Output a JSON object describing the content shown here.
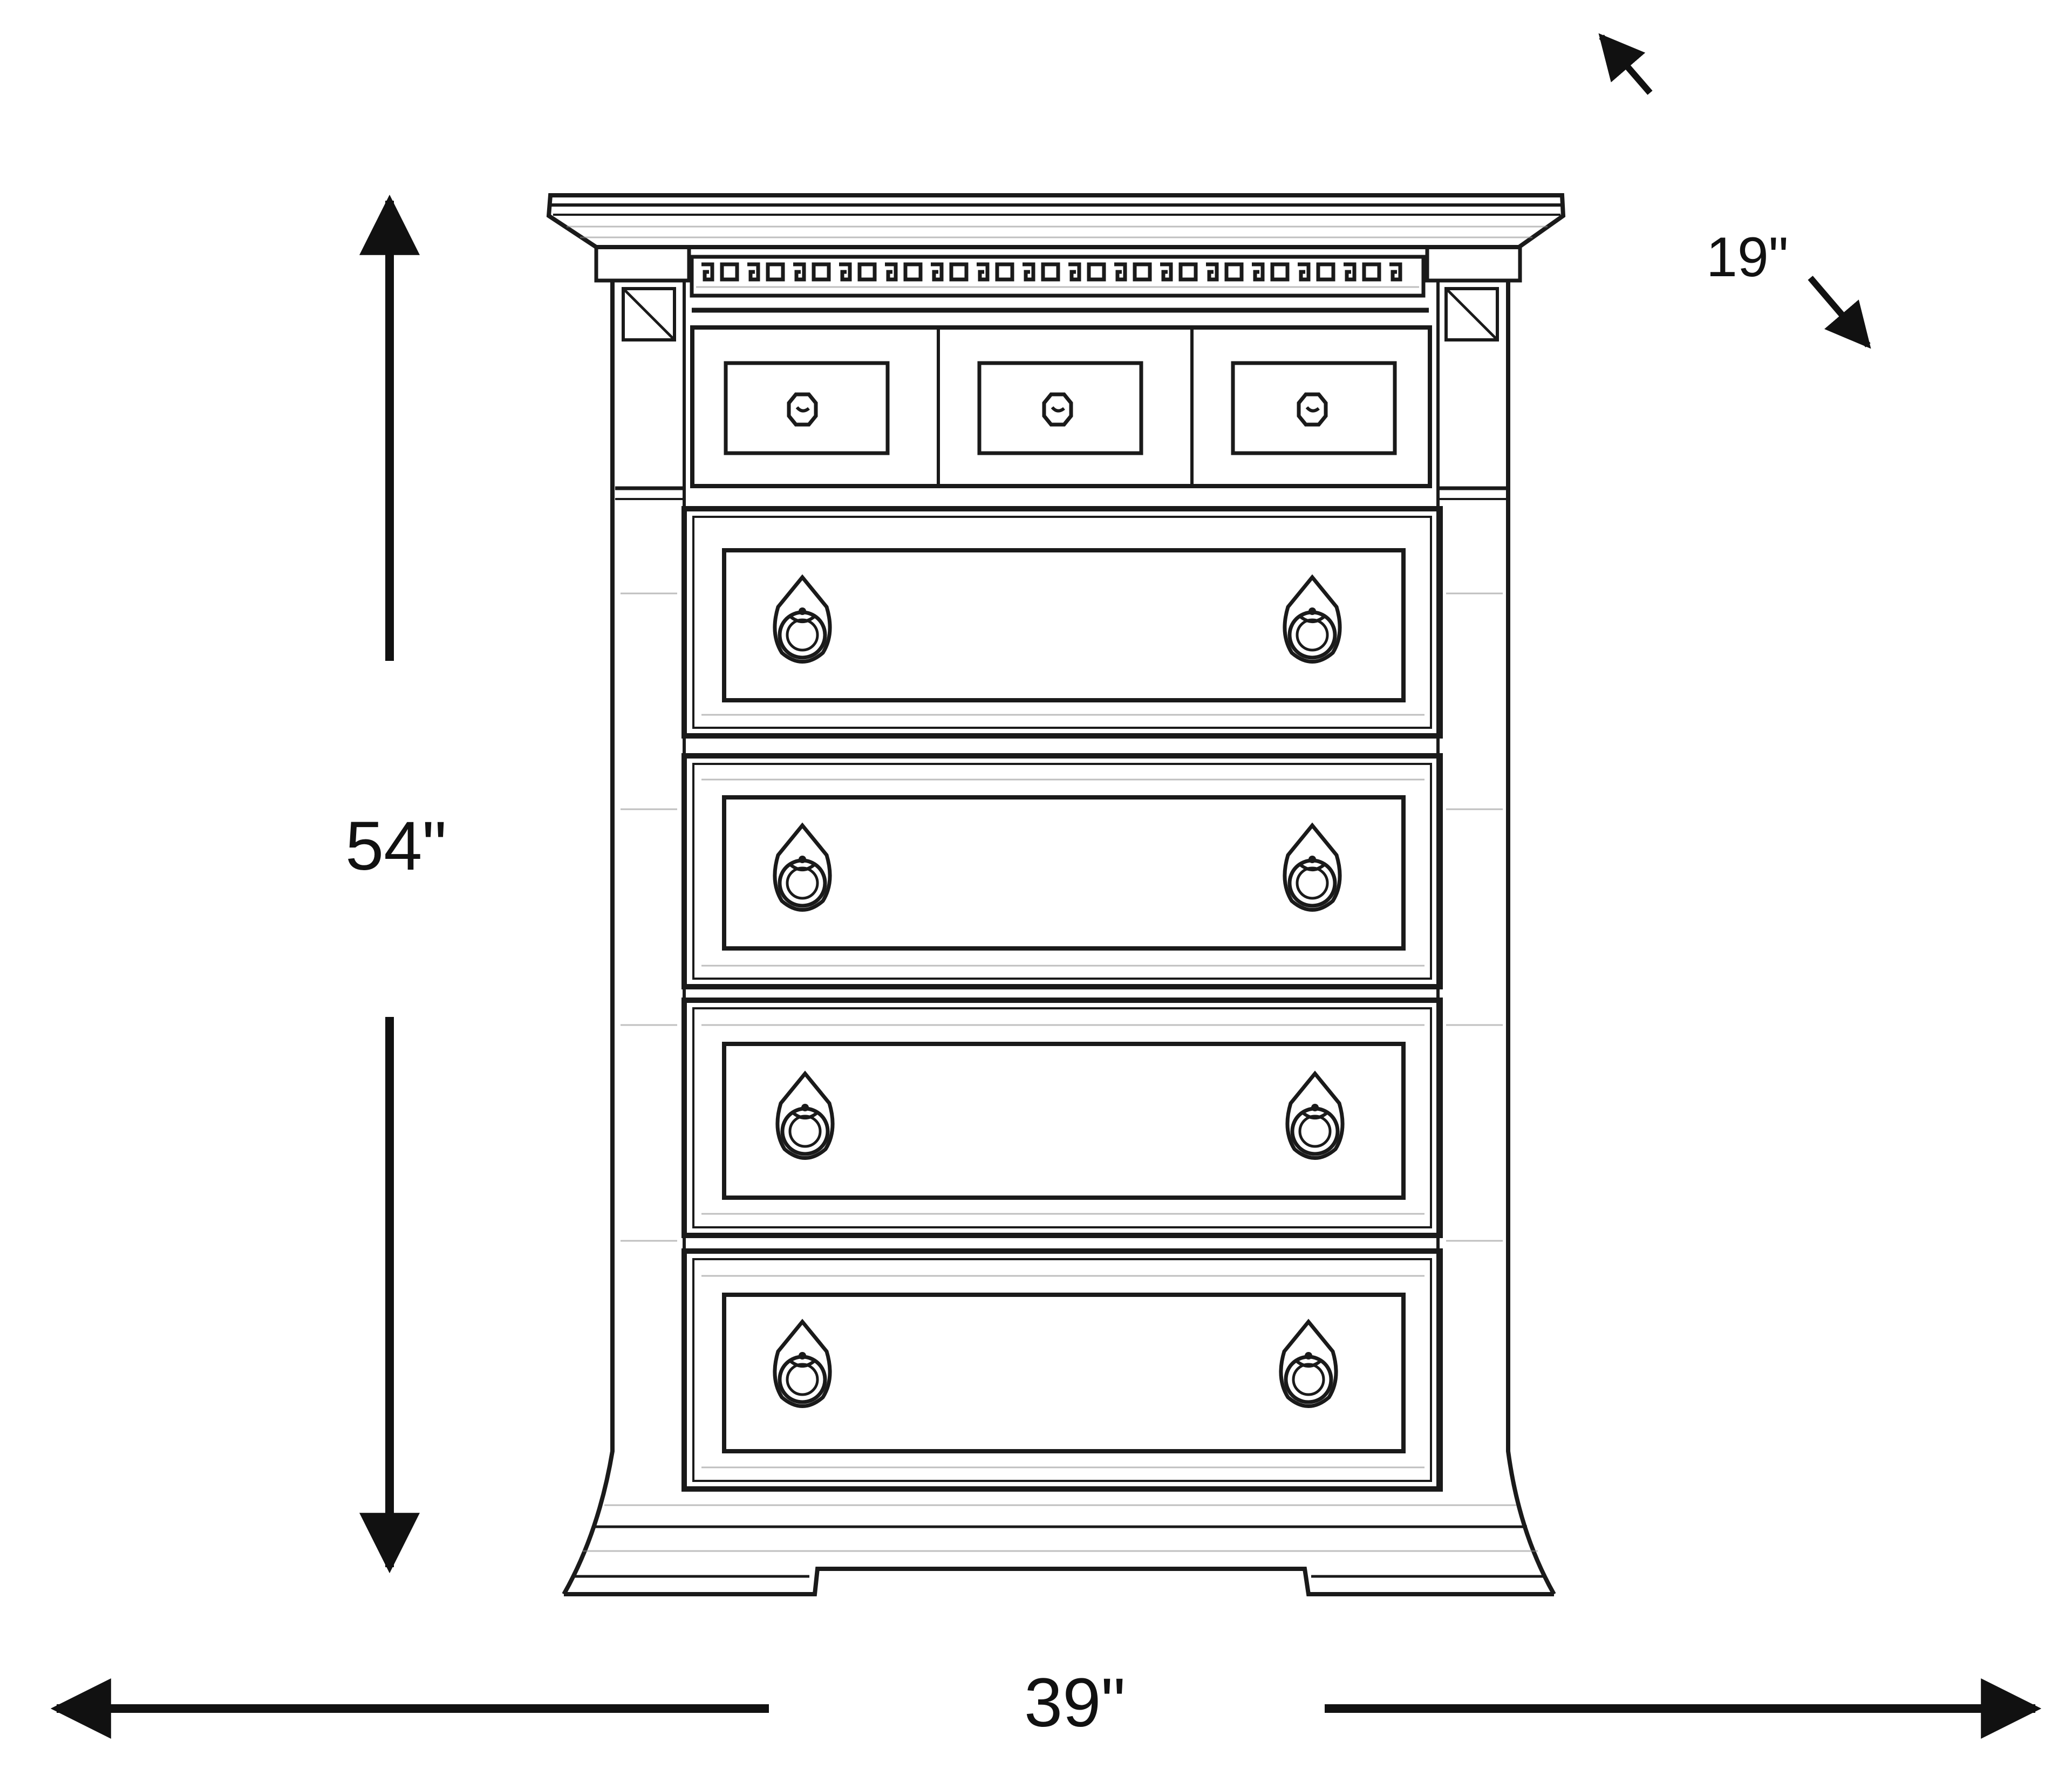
{
  "product": {
    "type": "chest of drawers",
    "drawer_count": 7,
    "top_row_small_drawers": 3,
    "large_drawers": 4
  },
  "dimensions": {
    "height": {
      "label": "54\"",
      "value": 54,
      "unit": "in"
    },
    "width": {
      "label": "39\"",
      "value": 39,
      "unit": "in"
    },
    "depth": {
      "label": "19\"",
      "value": 19,
      "unit": "in"
    }
  },
  "icons": {
    "height_arrow": "double-headed-vertical-arrow",
    "width_arrow": "double-headed-horizontal-arrow",
    "depth_arrow": "double-headed-diagonal-arrow",
    "drawer_pull": "ring-pull",
    "small_drawer_knob": "round-knob"
  },
  "colors": {
    "background": "#ffffff",
    "ink": "#1a1a1a",
    "texture": "#8a8a8a"
  }
}
